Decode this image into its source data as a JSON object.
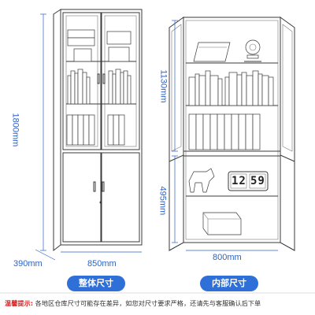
{
  "dimensions": {
    "overall_height": "1800mm",
    "overall_width": "850mm",
    "overall_depth": "390mm",
    "inner_upper_height": "1130mm",
    "inner_lower_height": "495mm",
    "inner_width": "800mm"
  },
  "labels": {
    "overall": "整体尺寸",
    "inner": "内部尺寸"
  },
  "notice": {
    "lead": "温馨提示:",
    "text": "各地区仓库尺寸可能存在差异，如您对尺寸要求严格，还请先与客服确认后下单"
  },
  "clock_display": {
    "left": "12",
    "right": "59"
  },
  "colors": {
    "accent": "#2f6fd8",
    "dimension_text": "#2b63c7",
    "warning": "#d62525",
    "line": "#333333"
  }
}
